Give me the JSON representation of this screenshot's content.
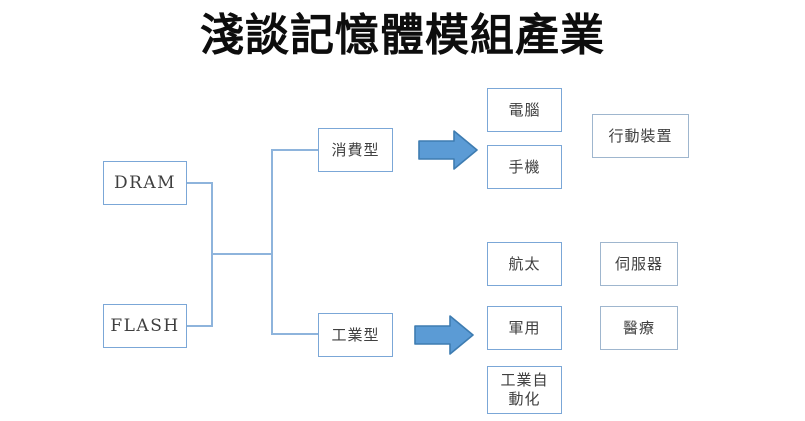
{
  "slide": {
    "title": "淺談記憶體模組產業",
    "accent_color": "#7BA7D7",
    "arrow_fill": "#5B9BD5",
    "arrow_stroke": "#3E7CB1",
    "background": "#ffffff"
  },
  "sources": [
    {
      "label": "DRAM"
    },
    {
      "label": "FLASH"
    }
  ],
  "categories": [
    {
      "label": "消費型"
    },
    {
      "label": "工業型"
    }
  ],
  "consumer_targets": [
    {
      "label": "電腦"
    },
    {
      "label": "手機"
    },
    {
      "label": "行動裝置"
    }
  ],
  "industrial_targets": [
    {
      "label": "航太"
    },
    {
      "label": "軍用"
    },
    {
      "label": "工業自\n動化"
    },
    {
      "label": "伺服器"
    },
    {
      "label": "醫療"
    }
  ],
  "arrows": [
    {
      "name": "consumer-arrow"
    },
    {
      "name": "industrial-arrow"
    }
  ]
}
